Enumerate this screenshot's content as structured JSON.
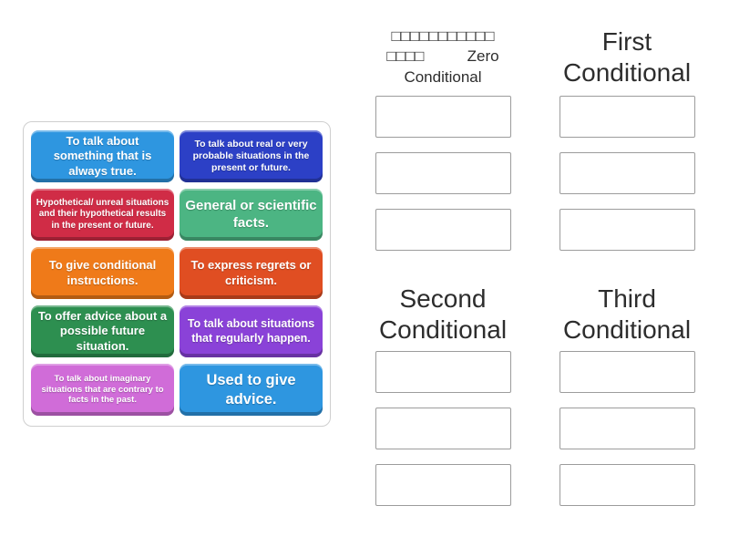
{
  "activity": {
    "type": "group-sort",
    "background_color": "#ffffff",
    "header_text_color": "#2d2d2d",
    "slot_border_color": "#9c9c9c"
  },
  "pool": {
    "cards": [
      {
        "text": "To talk about something that is always true.",
        "color": "#2e96e0"
      },
      {
        "text": "To talk about real or very probable situations in the present or future.",
        "color": "#2c40c6"
      },
      {
        "text": "Hypothetical/ unreal situations and their hypothetical results in the present or future.",
        "color": "#d02c46"
      },
      {
        "text": "General or scientific facts.",
        "color": "#4cb583"
      },
      {
        "text": "To give conditional instructions.",
        "color": "#ef7a19"
      },
      {
        "text": "To express regrets or criticism.",
        "color": "#e04e22"
      },
      {
        "text": "To offer advice about a possible future situation.",
        "color": "#2d8f50"
      },
      {
        "text": "To talk about situations that regularly happen.",
        "color": "#8a42d8"
      },
      {
        "text": "To talk about imaginary situations that are contrary to facts in the past.",
        "color": "#d06cd8"
      },
      {
        "text": "Used to give advice.",
        "color": "#2e96e0"
      }
    ]
  },
  "categories": [
    {
      "id": "zero",
      "label": "□□□□□□□□□□□\n□□□□          Zero\nConditional",
      "slot_count": 3
    },
    {
      "id": "first",
      "label": "First\nConditional",
      "slot_count": 3
    },
    {
      "id": "second",
      "label": "Second\nConditional",
      "slot_count": 3
    },
    {
      "id": "third",
      "label": "Third\nConditional",
      "slot_count": 3
    }
  ]
}
